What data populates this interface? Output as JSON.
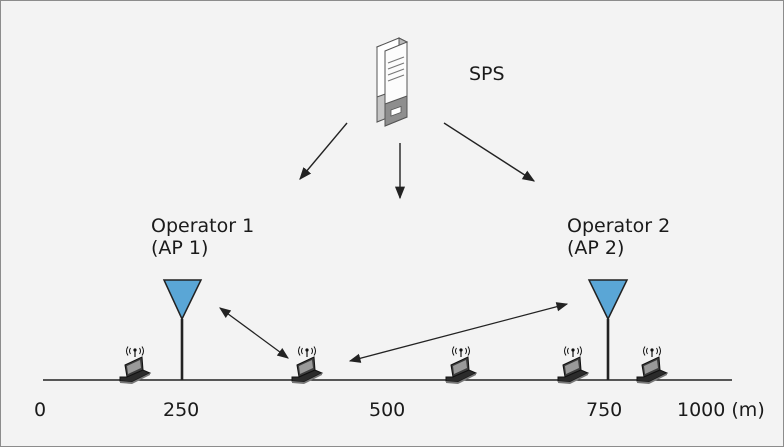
{
  "server": {
    "label": "SPS",
    "icon": "server-tower-icon"
  },
  "access_points": [
    {
      "line1": "Operator 1",
      "line2": "(AP 1)",
      "icon": "antenna-icon",
      "color": "#5aa6d6"
    },
    {
      "line1": "Operator 2",
      "line2": "(AP 2)",
      "icon": "antenna-icon",
      "color": "#5aa6d6"
    }
  ],
  "axis": {
    "ticks": [
      "0",
      "250",
      "500",
      "750",
      "1000 (m)"
    ]
  },
  "devices": {
    "count": 5,
    "icon": "laptop-wifi-icon"
  }
}
